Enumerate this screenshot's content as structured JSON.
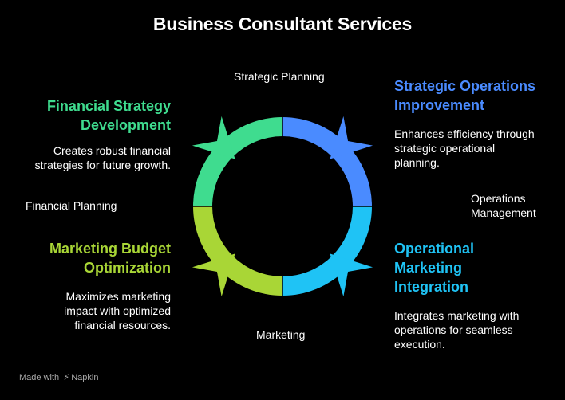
{
  "title": "Business Consultant Services",
  "quadrants": {
    "top_left": {
      "heading": "Financial Strategy Development",
      "heading_lines": [
        "Financial Strategy",
        "Development"
      ],
      "description_lines": [
        "Creates robust financial",
        "strategies for future growth."
      ],
      "color": "#3fdc8f"
    },
    "top_right": {
      "heading": "Strategic Operations Improvement",
      "heading_lines": [
        "Strategic Operations",
        "Improvement"
      ],
      "description_lines": [
        "Enhances efficiency through",
        "strategic operational",
        "planning."
      ],
      "color": "#4a8bff"
    },
    "bottom_left": {
      "heading": "Marketing Budget Optimization",
      "heading_lines": [
        "Marketing Budget",
        "Optimization"
      ],
      "description_lines": [
        "Maximizes marketing",
        "impact with optimized",
        "financial resources."
      ],
      "color": "#a9d636"
    },
    "bottom_right": {
      "heading": "Operational Marketing Integration",
      "heading_lines": [
        "Operational",
        "Marketing",
        "Integration"
      ],
      "description_lines": [
        "Integrates marketing with",
        "operations for seamless",
        "execution."
      ],
      "color": "#1fc3f5"
    }
  },
  "axis_labels": {
    "top": "Strategic Planning",
    "left": "Financial Planning",
    "right_lines": [
      "Operations",
      "Management"
    ],
    "bottom": "Marketing"
  },
  "branding": {
    "made_with": "Made with",
    "brand": "Napkin",
    "icon": "napkin-logo-icon"
  }
}
